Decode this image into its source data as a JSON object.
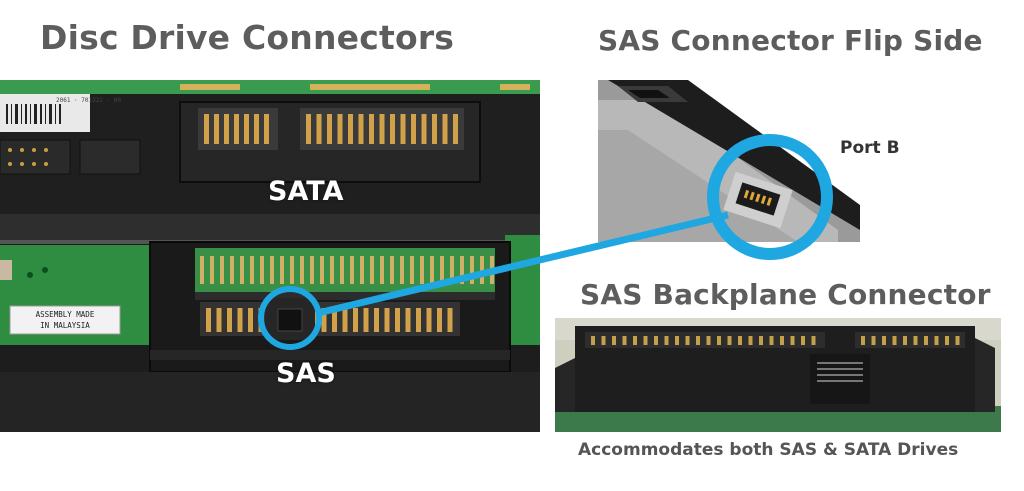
{
  "titles": {
    "main": "Disc Drive Connectors",
    "flip": "SAS Connector Flip Side",
    "backplane": "SAS Backplane Connector"
  },
  "labels": {
    "sata": "SATA",
    "sas": "SAS",
    "port_b": "Port B",
    "assembly_line1": "ASSEMBLY MADE",
    "assembly_line2": "IN MALAYSIA",
    "barcode_number": "2061 · 701322 · 00"
  },
  "caption": "Accommodates both SAS & SATA Drives",
  "colors": {
    "accent": "#1ea7e1",
    "title_text": "#5d5d5d",
    "pcb_green": "#2f8d42",
    "drive_black": "#1c1c1c",
    "gold_pins": "#d2a24a"
  }
}
